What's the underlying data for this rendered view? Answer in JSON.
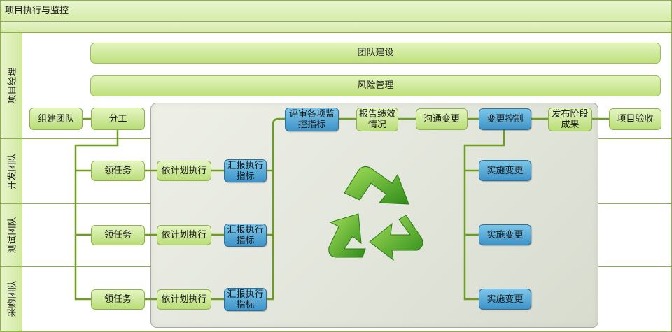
{
  "title": "项目执行与监控",
  "lanes": [
    "项目经理",
    "开发团队",
    "测试团队",
    "采购团队"
  ],
  "bars": [
    "团队建设",
    "风险管理"
  ],
  "pm_row": [
    "组建团队",
    "分工",
    "评审各项监控指标",
    "报告绩效情况",
    "沟通变更",
    "变更控制",
    "发布阶段成果",
    "项目验收"
  ],
  "team_rows": [
    {
      "task": "领任务",
      "plan": "依计划执行",
      "report": "汇报执行指标",
      "change": "实施变更"
    },
    {
      "task": "领任务",
      "plan": "依计划执行",
      "report": "汇报执行指标",
      "change": "实施变更"
    },
    {
      "task": "领任务",
      "plan": "依计划执行",
      "report": "汇报执行指标",
      "change": "实施变更"
    }
  ],
  "colors": {
    "line": "#6b9d1f",
    "green_box": "#c4e38a",
    "blue_box": "#4fa3d4",
    "recycle": "#4aa823"
  },
  "icon": "recycle-icon"
}
